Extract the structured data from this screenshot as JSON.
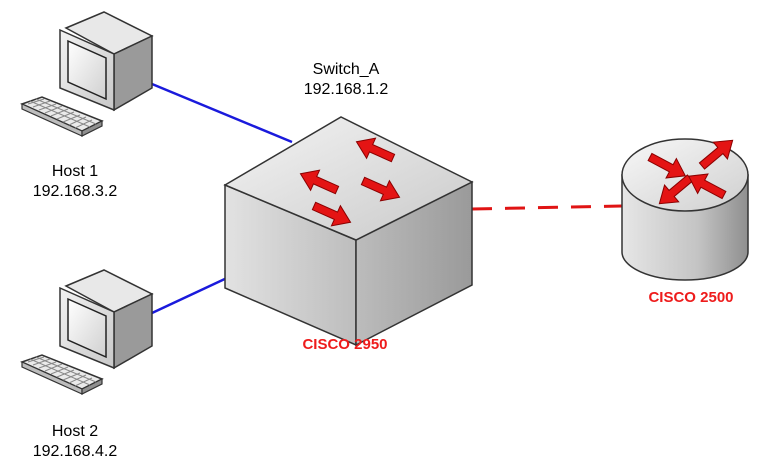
{
  "colors": {
    "ethernet_link": "#1a1adc",
    "serial_link": "#e01414",
    "model_label": "#ee1c1c",
    "arrow": "#e41414"
  },
  "hosts": [
    {
      "name": "Host 1",
      "ip": "192.168.3.2",
      "icon": "desktop-computer-icon"
    },
    {
      "name": "Host 2",
      "ip": "192.168.4.2",
      "icon": "desktop-computer-icon"
    }
  ],
  "switch": {
    "name": "Switch_A",
    "ip": "192.168.1.2",
    "model": "CISCO 2950",
    "icon": "switch-icon"
  },
  "router": {
    "model": "CISCO 2500",
    "icon": "router-icon"
  },
  "links": [
    {
      "from": "Host 1",
      "to": "Switch_A",
      "style": "solid",
      "type": "ethernet"
    },
    {
      "from": "Host 2",
      "to": "Switch_A",
      "style": "solid",
      "type": "ethernet"
    },
    {
      "from": "Switch_A",
      "to": "CISCO 2500",
      "style": "dashed",
      "type": "serial"
    }
  ]
}
